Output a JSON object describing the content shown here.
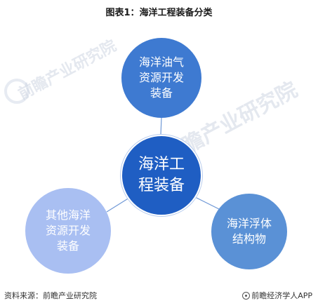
{
  "title": "图表1：海洋工程装备分类",
  "diagram": {
    "center": "海洋工\n程装备",
    "top": "海洋油气\n资源开发\n装备",
    "left": "其他海洋\n资源开发\n装备",
    "right": "海洋浮体\n结构物"
  },
  "watermark": {
    "brand": "前瞻产业研究院"
  },
  "footer": {
    "source": "资料来源：前瞻产业研究院",
    "app": "前瞻经济学人APP",
    "app_icon": "brand-logo-icon"
  },
  "colors": {
    "center": "#1f5ec3",
    "top": "#3e7ad1",
    "left": "#a9bff2",
    "right": "#5a91d6"
  }
}
